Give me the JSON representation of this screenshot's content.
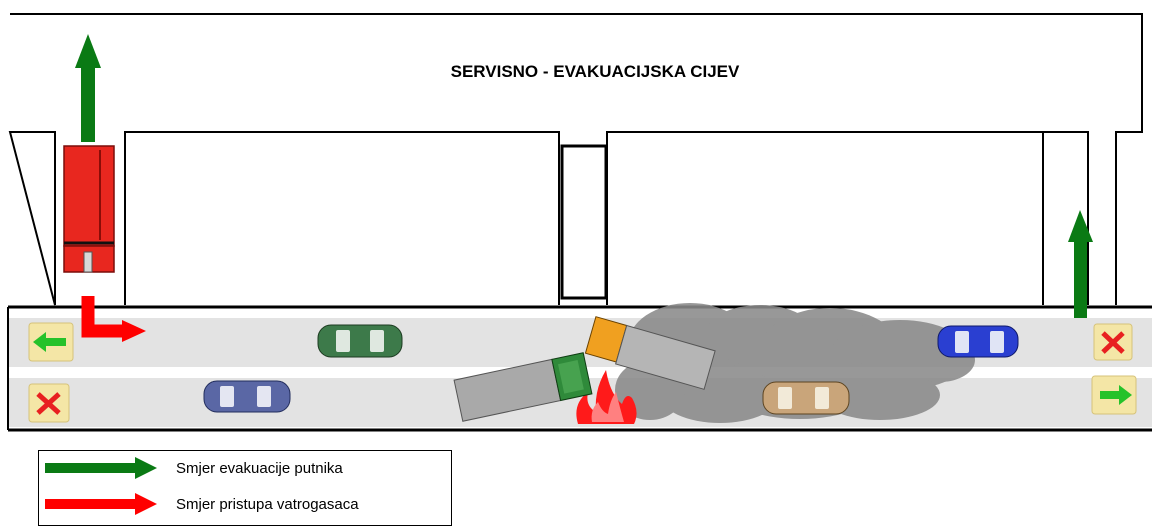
{
  "diagram": {
    "title": "SERVISNO - EVAKUACIJSKA CIJEV",
    "colors": {
      "evacuation": "#0a7a14",
      "firefighter": "#ff0000",
      "road": "#e3e3e3",
      "smoke": "#8a8a8a",
      "sign_bg": "#f4e6a6"
    },
    "signs": [
      "arrow-left-sign",
      "cross-sign",
      "cross-sign",
      "arrow-right-sign"
    ]
  },
  "legend": {
    "items": [
      {
        "label": "Smjer evakuacije putnika",
        "color": "#0a7a14"
      },
      {
        "label": "Smjer pristupa vatrogasaca",
        "color": "#ff0000"
      }
    ]
  }
}
